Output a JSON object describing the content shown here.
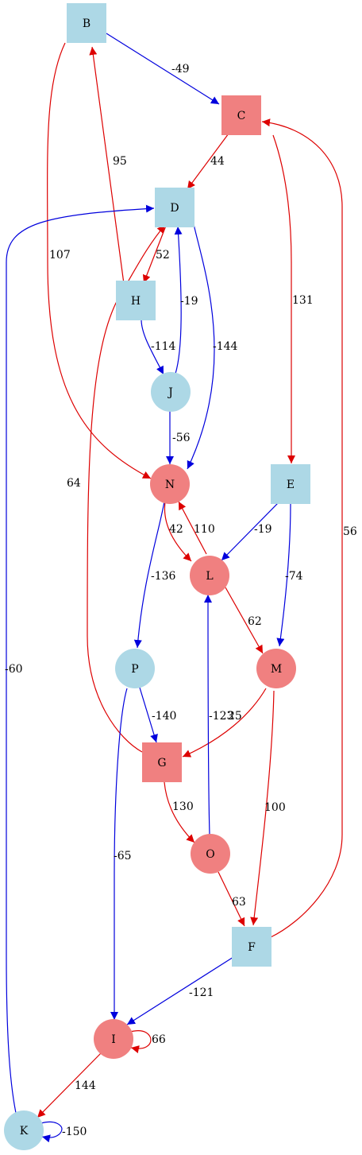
{
  "colors": {
    "blue_node": "#add8e6",
    "red_node": "#f08080",
    "blue_edge": "#0000dd",
    "red_edge": "#dd0000"
  },
  "nodes": [
    {
      "id": "B",
      "shape": "square",
      "color": "blue"
    },
    {
      "id": "C",
      "shape": "square",
      "color": "red"
    },
    {
      "id": "D",
      "shape": "square",
      "color": "blue"
    },
    {
      "id": "H",
      "shape": "square",
      "color": "blue"
    },
    {
      "id": "J",
      "shape": "circle",
      "color": "blue"
    },
    {
      "id": "N",
      "shape": "circle",
      "color": "red"
    },
    {
      "id": "E",
      "shape": "square",
      "color": "blue"
    },
    {
      "id": "L",
      "shape": "circle",
      "color": "red"
    },
    {
      "id": "M",
      "shape": "circle",
      "color": "red"
    },
    {
      "id": "P",
      "shape": "circle",
      "color": "blue"
    },
    {
      "id": "G",
      "shape": "square",
      "color": "red"
    },
    {
      "id": "O",
      "shape": "circle",
      "color": "red"
    },
    {
      "id": "F",
      "shape": "square",
      "color": "blue"
    },
    {
      "id": "I",
      "shape": "circle",
      "color": "red"
    },
    {
      "id": "K",
      "shape": "circle",
      "color": "blue"
    }
  ],
  "edges": [
    {
      "from": "B",
      "to": "C",
      "label": "-49",
      "color": "blue"
    },
    {
      "from": "B",
      "to": "N",
      "label": "107",
      "color": "red"
    },
    {
      "from": "H",
      "to": "B",
      "label": "95",
      "color": "red"
    },
    {
      "from": "C",
      "to": "D",
      "label": "44",
      "color": "red"
    },
    {
      "from": "C",
      "to": "E",
      "label": "131",
      "color": "red"
    },
    {
      "from": "D",
      "to": "H",
      "label": "52",
      "color": "red"
    },
    {
      "from": "D",
      "to": "N",
      "label": "-144",
      "color": "blue"
    },
    {
      "from": "J",
      "to": "D",
      "label": "-19",
      "color": "blue"
    },
    {
      "from": "H",
      "to": "J",
      "label": "-114",
      "color": "blue"
    },
    {
      "from": "J",
      "to": "N",
      "label": "-56",
      "color": "blue"
    },
    {
      "from": "N",
      "to": "L",
      "label": "42",
      "color": "red"
    },
    {
      "from": "L",
      "to": "N",
      "label": "110",
      "color": "red"
    },
    {
      "from": "E",
      "to": "L",
      "label": "-19",
      "color": "blue"
    },
    {
      "from": "E",
      "to": "M",
      "label": "-74",
      "color": "blue"
    },
    {
      "from": "N",
      "to": "P",
      "label": "-136",
      "color": "blue"
    },
    {
      "from": "L",
      "to": "M",
      "label": "62",
      "color": "red"
    },
    {
      "from": "G",
      "to": "D",
      "label": "64",
      "color": "red"
    },
    {
      "from": "P",
      "to": "G",
      "label": "-140",
      "color": "blue"
    },
    {
      "from": "M",
      "to": "G",
      "label": "25",
      "color": "red"
    },
    {
      "from": "O",
      "to": "L",
      "label": "-123",
      "color": "blue"
    },
    {
      "from": "G",
      "to": "O",
      "label": "130",
      "color": "red"
    },
    {
      "from": "M",
      "to": "F",
      "label": "100",
      "color": "red"
    },
    {
      "from": "O",
      "to": "F",
      "label": "63",
      "color": "red"
    },
    {
      "from": "F",
      "to": "C",
      "label": "56",
      "color": "red"
    },
    {
      "from": "P",
      "to": "I",
      "label": "-65",
      "color": "blue"
    },
    {
      "from": "F",
      "to": "I",
      "label": "-121",
      "color": "blue"
    },
    {
      "from": "I",
      "to": "I",
      "label": "66",
      "color": "red"
    },
    {
      "from": "I",
      "to": "K",
      "label": "144",
      "color": "red"
    },
    {
      "from": "K",
      "to": "D",
      "label": "-60",
      "color": "blue"
    },
    {
      "from": "K",
      "to": "K",
      "label": "-150",
      "color": "blue"
    }
  ]
}
